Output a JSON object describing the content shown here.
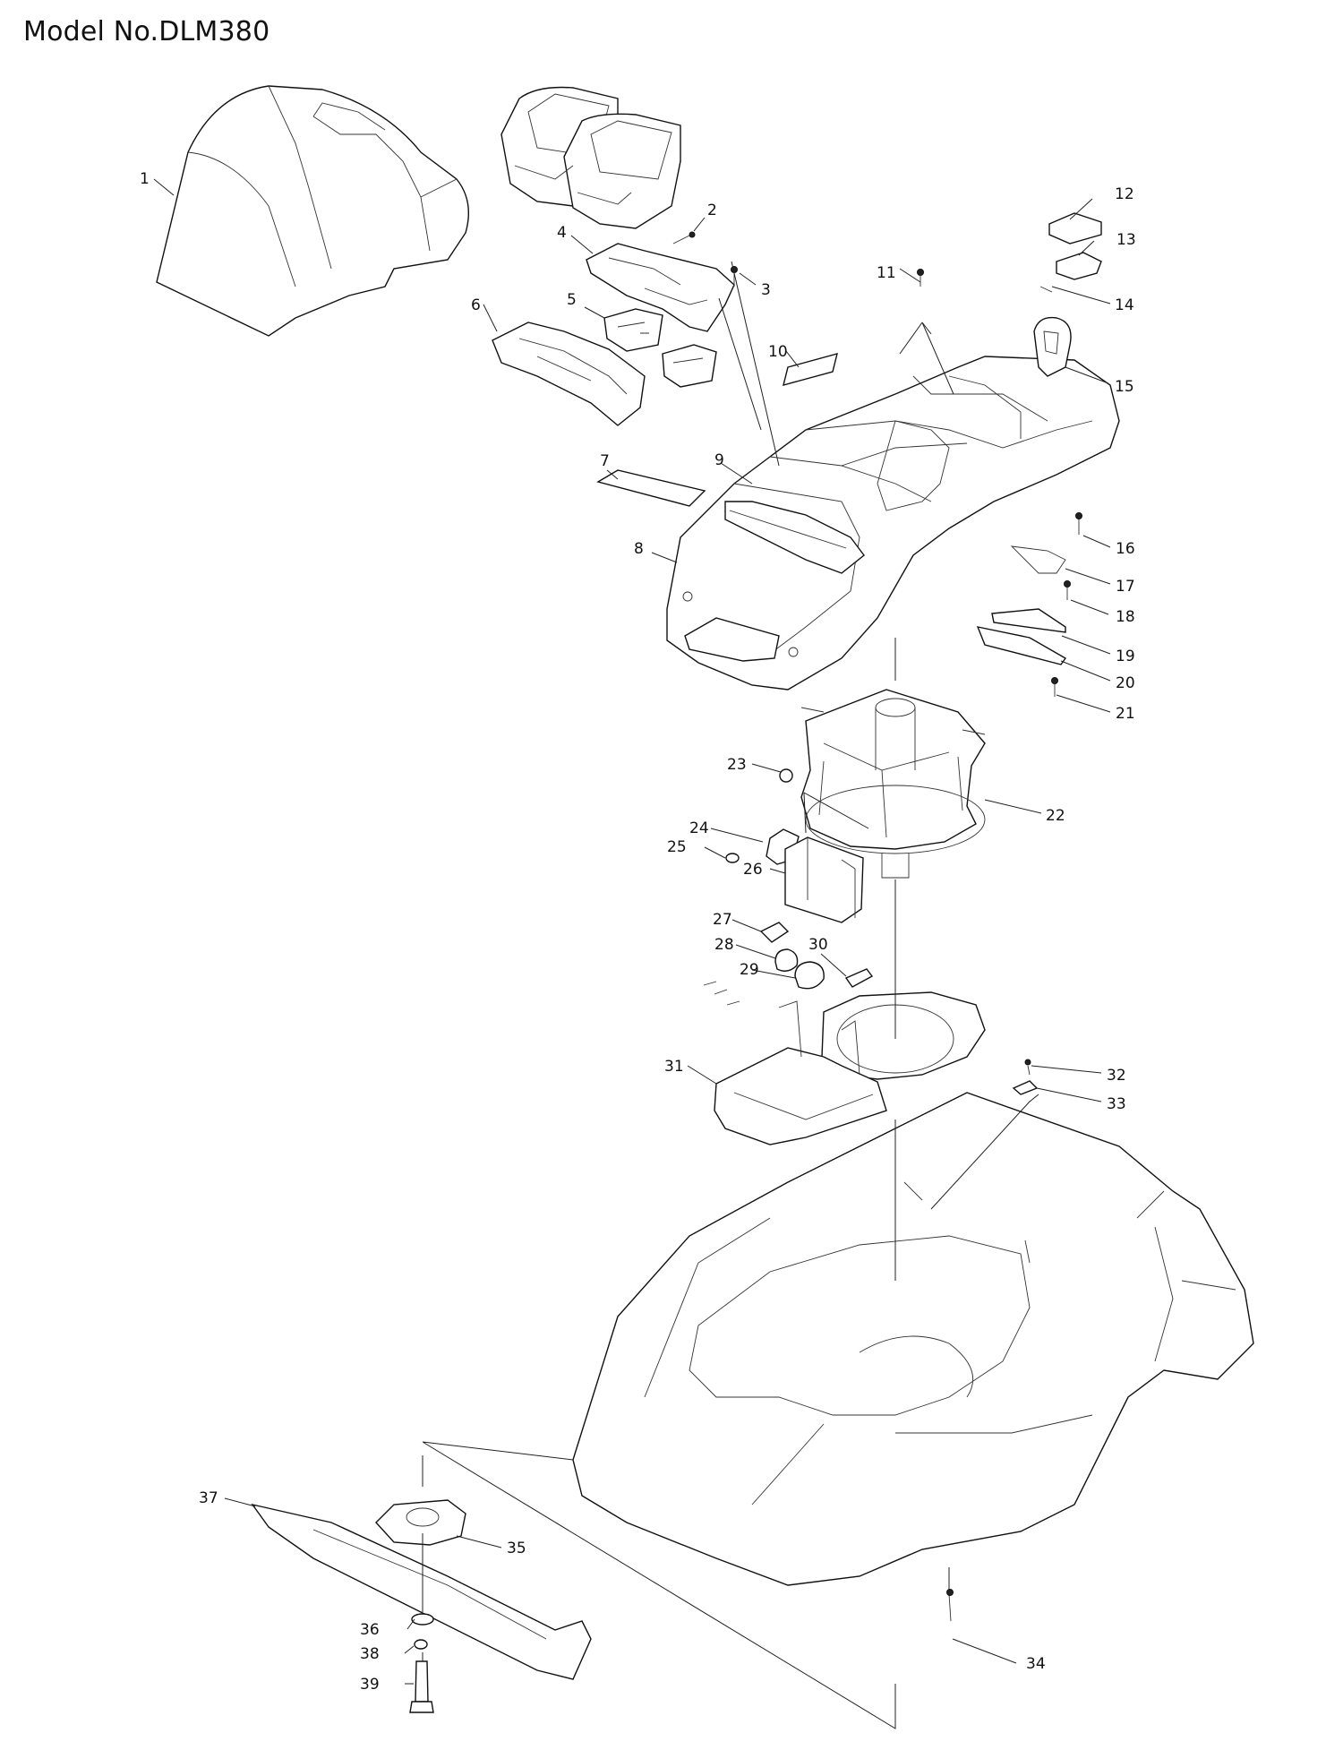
{
  "title": "Model No.DLM380",
  "parts": [
    {
      "id": "part-1",
      "label": "1"
    },
    {
      "id": "part-2",
      "label": "2"
    },
    {
      "id": "part-3",
      "label": "3"
    },
    {
      "id": "part-4",
      "label": "4"
    },
    {
      "id": "part-5",
      "label": "5"
    },
    {
      "id": "part-6",
      "label": "6"
    },
    {
      "id": "part-7",
      "label": "7"
    },
    {
      "id": "part-8",
      "label": "8"
    },
    {
      "id": "part-9",
      "label": "9"
    },
    {
      "id": "part-10",
      "label": "10"
    },
    {
      "id": "part-11",
      "label": "11"
    },
    {
      "id": "part-12",
      "label": "12"
    },
    {
      "id": "part-13",
      "label": "13"
    },
    {
      "id": "part-14",
      "label": "14"
    },
    {
      "id": "part-15",
      "label": "15"
    },
    {
      "id": "part-16",
      "label": "16"
    },
    {
      "id": "part-17",
      "label": "17"
    },
    {
      "id": "part-18",
      "label": "18"
    },
    {
      "id": "part-19",
      "label": "19"
    },
    {
      "id": "part-20",
      "label": "20"
    },
    {
      "id": "part-21",
      "label": "21"
    },
    {
      "id": "part-22",
      "label": "22"
    },
    {
      "id": "part-23",
      "label": "23"
    },
    {
      "id": "part-24",
      "label": "24"
    },
    {
      "id": "part-25",
      "label": "25"
    },
    {
      "id": "part-26",
      "label": "26"
    },
    {
      "id": "part-27",
      "label": "27"
    },
    {
      "id": "part-28",
      "label": "28"
    },
    {
      "id": "part-29",
      "label": "29"
    },
    {
      "id": "part-30",
      "label": "30"
    },
    {
      "id": "part-31",
      "label": "31"
    },
    {
      "id": "part-32",
      "label": "32"
    },
    {
      "id": "part-33",
      "label": "33"
    },
    {
      "id": "part-34",
      "label": "34"
    },
    {
      "id": "part-35",
      "label": "35"
    },
    {
      "id": "part-36",
      "label": "36"
    },
    {
      "id": "part-37",
      "label": "37"
    },
    {
      "id": "part-38",
      "label": "38"
    },
    {
      "id": "part-39",
      "label": "39"
    }
  ]
}
